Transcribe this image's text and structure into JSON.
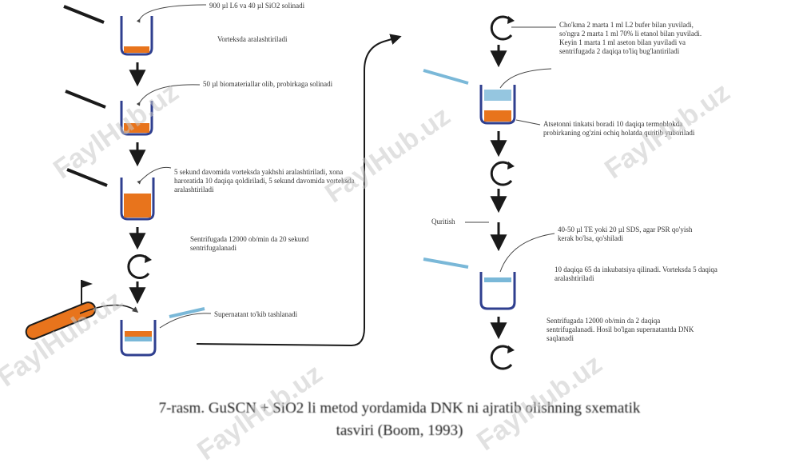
{
  "colors": {
    "liquid": "#e8741c",
    "tube": "#2f3f8f",
    "pipette": "#7ab8d8",
    "arrow": "#1a1a1a",
    "watermark": "#c8c8c8"
  },
  "icons": [
    "pipette-icon",
    "centrifuge-icon",
    "test-tube-icon",
    "flag-icon"
  ],
  "left_column_notes": [
    "900 µl L6 va 40 µl SiO2 solinadi",
    "Vorteksda aralashtiriladi",
    "50 µl biomateriallar olib, probirkaga solinadi",
    "5 sekund davomida vorteksda yakhshi aralashtiriladi, xona haroratida 10 daqiqa qoldiriladi, 5 sekund davomida vorteksda aralashtiriladi",
    "Sentrifugada 12000 ob/min da 20 sekund sentrifugalanadi",
    "Supernatant to'kib tashlanadi"
  ],
  "right_column_notes": [
    "Cho'kma 2 marta 1 ml L2 bufer bilan yuviladi, so'ngra 2 marta 1 ml 70% li etanol bilan yuviladi. Keyin 1 marta 1 ml aseton bilan yuviladi va sentrifugada 2 daqiqa to'liq bug'lantiriladi",
    "Atsetonni tinkatsi boradi 10 daqiqa termoblokda probirkaning og'zini ochiq holatda quritib yuboriladi",
    "Quritish",
    "40-50 µl TE yoki 20 µl SDS, agar PSR qo'yish kerak bo'lsa, qo'shiladi",
    "10 daqiqa 65 da inkubatsiya qilinadi. Vorteksda 5 daqiqa aralashtiriladi",
    "Sentrifugada 12000 ob/min da 2 daqiqa sentrifugalanadi. Hosil bo'lgan supernatantda DNK saqlanadi"
  ],
  "caption": {
    "line1": "7-rasm. GuSCN + SiO2 li metod yordamida DNK ni ajratib olishning sxematik",
    "line2": "tasviri (Boom, 1993)"
  },
  "watermark_text": "FaylHub.uz"
}
